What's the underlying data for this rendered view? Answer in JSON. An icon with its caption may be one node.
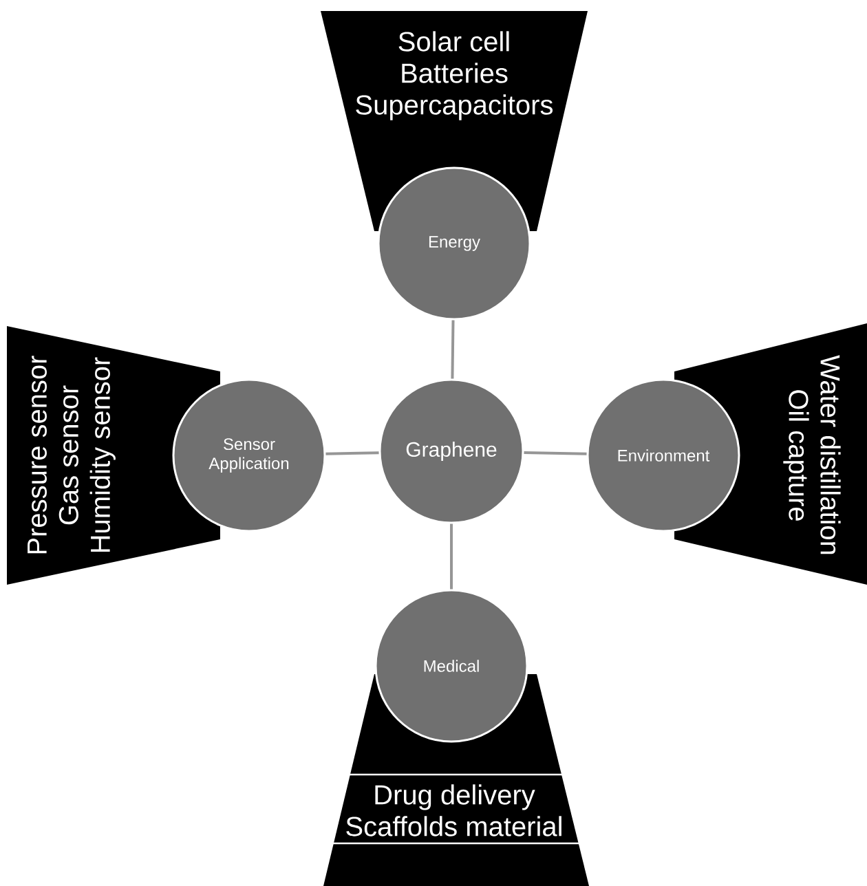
{
  "diagram": {
    "nodes": [
      {
        "text": [
          "Solar cell",
          "Batteries",
          "Supercapacitors"
        ]
      },
      {
        "text": [
          "Energy"
        ]
      },
      {
        "text": [
          "Pressure sensor",
          "Gas sensor",
          "Humidity sensor"
        ]
      },
      {
        "text": [
          "Sensor Application"
        ]
      },
      {
        "text": [
          "Graphene"
        ]
      },
      {
        "text": [
          "Environment"
        ]
      },
      {
        "text": [
          "Water distillation",
          "Oil capture"
        ]
      },
      {
        "text": [
          "Medical"
        ]
      },
      {
        "text": [
          "Drug delivery",
          "Scaffolds material"
        ]
      }
    ],
    "edges": [
      {
        "from": 4,
        "to": 1,
        "arrow": "none"
      },
      {
        "from": 4,
        "to": 3,
        "arrow": "none"
      },
      {
        "from": 4,
        "to": 5,
        "arrow": "none"
      },
      {
        "from": 4,
        "to": 7,
        "arrow": "none"
      }
    ]
  }
}
